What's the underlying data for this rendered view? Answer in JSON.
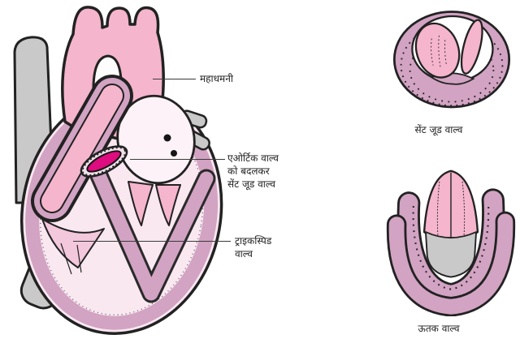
{
  "diagram": {
    "subject": "heart-valve-replacement-illustration",
    "heart_labels": {
      "aorta": "महाधमनी",
      "aortic_valve_note": [
        "एओर्टिक वाल्व",
        "को बदलकर",
        "सेंट जूड वाल्व"
      ],
      "tricuspid_valve": [
        "ट्राइकस्पिड",
        "वाल्व"
      ]
    },
    "inset_captions": {
      "st_jude_valve": "सेंट जूड वाल्व",
      "tissue_valve": "ऊतक वाल्व"
    },
    "colors": {
      "vessel_pink": "#F5B5CC",
      "wall_mauve": "#D2A3C2",
      "chamber_light_pink": "#FAE8F1",
      "atrium_white_pink": "#FCF2F7",
      "leaflet_mid_pink": "#F3C7DC",
      "gray_vessel": "#C9C9C9",
      "prosthetic_valve_magenta": "#DE0C7E",
      "outline": "#222222",
      "background": "#FFFFFF"
    }
  }
}
